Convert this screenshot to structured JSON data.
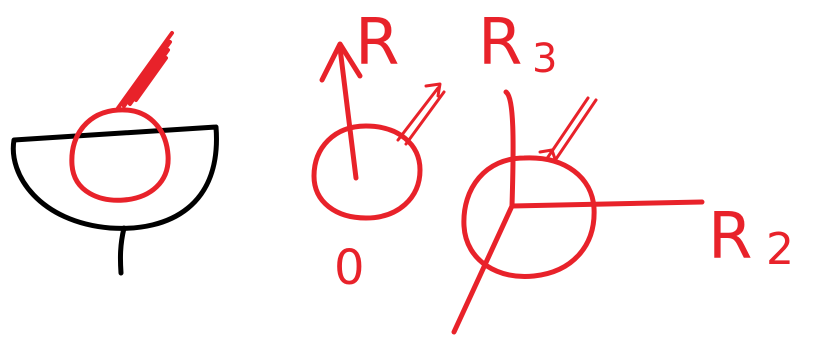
{
  "colors": {
    "ink_black": "#000000",
    "ink_red": "#e8222a"
  },
  "labels": {
    "resultant": "R",
    "r3": "R",
    "r3_sub": "3",
    "r2": "R",
    "r2_sub": "2",
    "zero": "0"
  }
}
